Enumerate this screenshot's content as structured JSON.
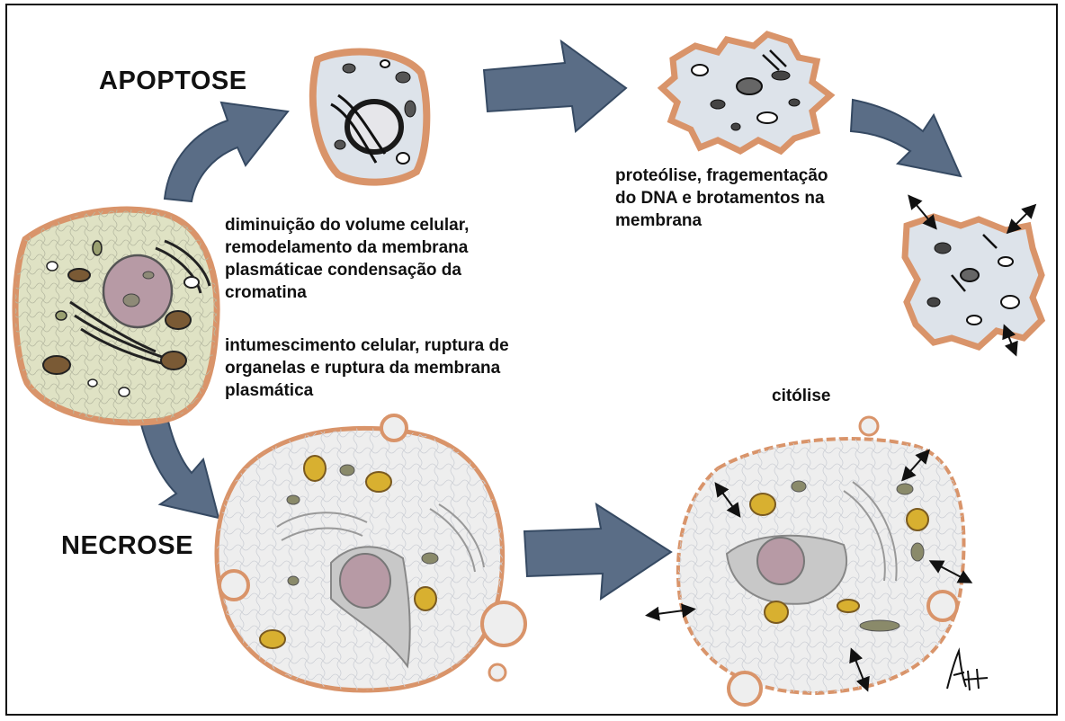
{
  "colors": {
    "arrow_fill": "#5a6d86",
    "arrow_stroke": "#364a63",
    "cell_border": "#d9946a",
    "cytoplasm_healthy": "#dfe2c4",
    "nucleus": "#b79aa5",
    "mitochondria": "#d8b030",
    "cytoplasm_necrotic": "#eeeeee"
  },
  "labels": {
    "apoptose": "APOPTOSE",
    "necrose": "NECROSE",
    "apoptose_step1": "diminuição do volume celular,\nremodelamento da membrana\nplasmáticae condensação da\ncromatina",
    "apoptose_step2": "proteólise, fragementação\ndo DNA e brotamentos na\nmembrana",
    "necrose_step1": "intumescimento celular, ruptura de\norganelas e ruptura da membrana\nplasmática",
    "necrose_step2": "citólise"
  }
}
